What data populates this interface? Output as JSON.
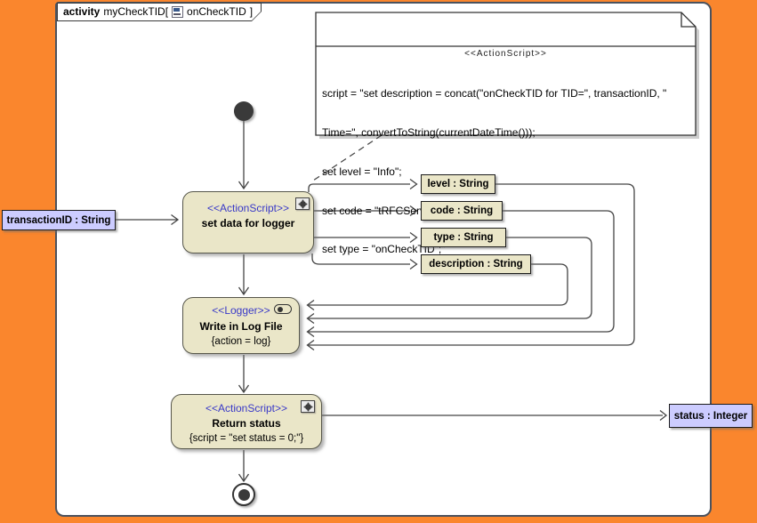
{
  "colors": {
    "background": "#FA862D",
    "node_fill": "#EAE6C8",
    "param_fill": "#CCCCFF",
    "stereotype_blue": "#3939C8"
  },
  "tab": {
    "keyword": "activity",
    "title": "myCheckTID[",
    "diagram": "onCheckTID",
    "close": "]"
  },
  "note": {
    "stereotype": "<<ActionScript>>",
    "lines": [
      "script = \"set description = concat(\"onCheckTID for TID=\", transactionID, \"",
      "Time=\", convertToString(currentDateTime()));",
      "set level = \"Info\";",
      "set code = \"tRFCServer1\";",
      "set type = \"onCheckTID\";\""
    ]
  },
  "nodes": {
    "set_data": {
      "stereotype": "<<ActionScript>>",
      "name": "set data for logger"
    },
    "logger": {
      "stereotype": "<<Logger>>",
      "name": "Write in Log File",
      "constraint": "{action = log}"
    },
    "return_status": {
      "stereotype": "<<ActionScript>>",
      "name": "Return status",
      "constraint": "{script = \"set status = 0;\"}"
    }
  },
  "pins": {
    "level": "level : String",
    "code": "code : String",
    "type": "type : String",
    "description": "description : String"
  },
  "parameters": {
    "input": "transactionID : String",
    "output": "status : Integer"
  }
}
